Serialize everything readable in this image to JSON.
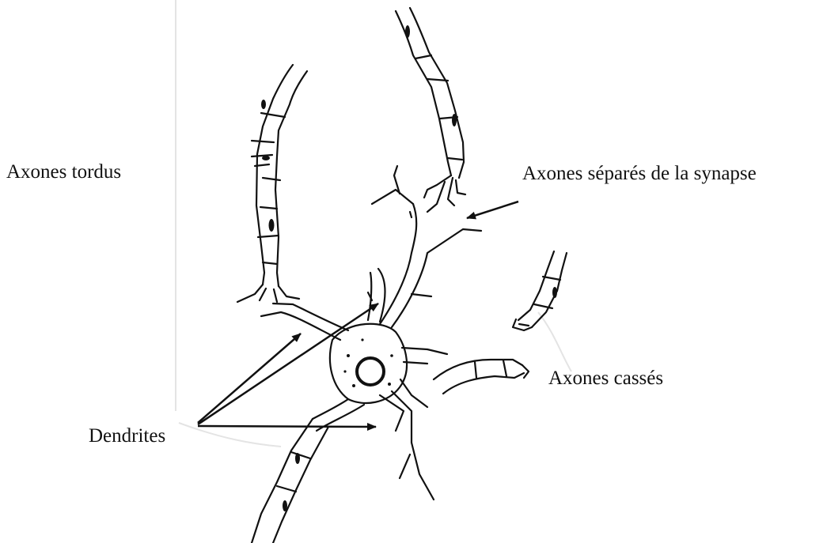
{
  "labels": {
    "axones_tordus": "Axones tordus",
    "axones_separes": "Axones séparés de la synapse",
    "axones_casses": "Axones cassés",
    "dendrites": "Dendrites"
  },
  "colors": {
    "ink": "#111111",
    "paper": "#ffffff",
    "page_shadow": "#e4e4e4"
  }
}
